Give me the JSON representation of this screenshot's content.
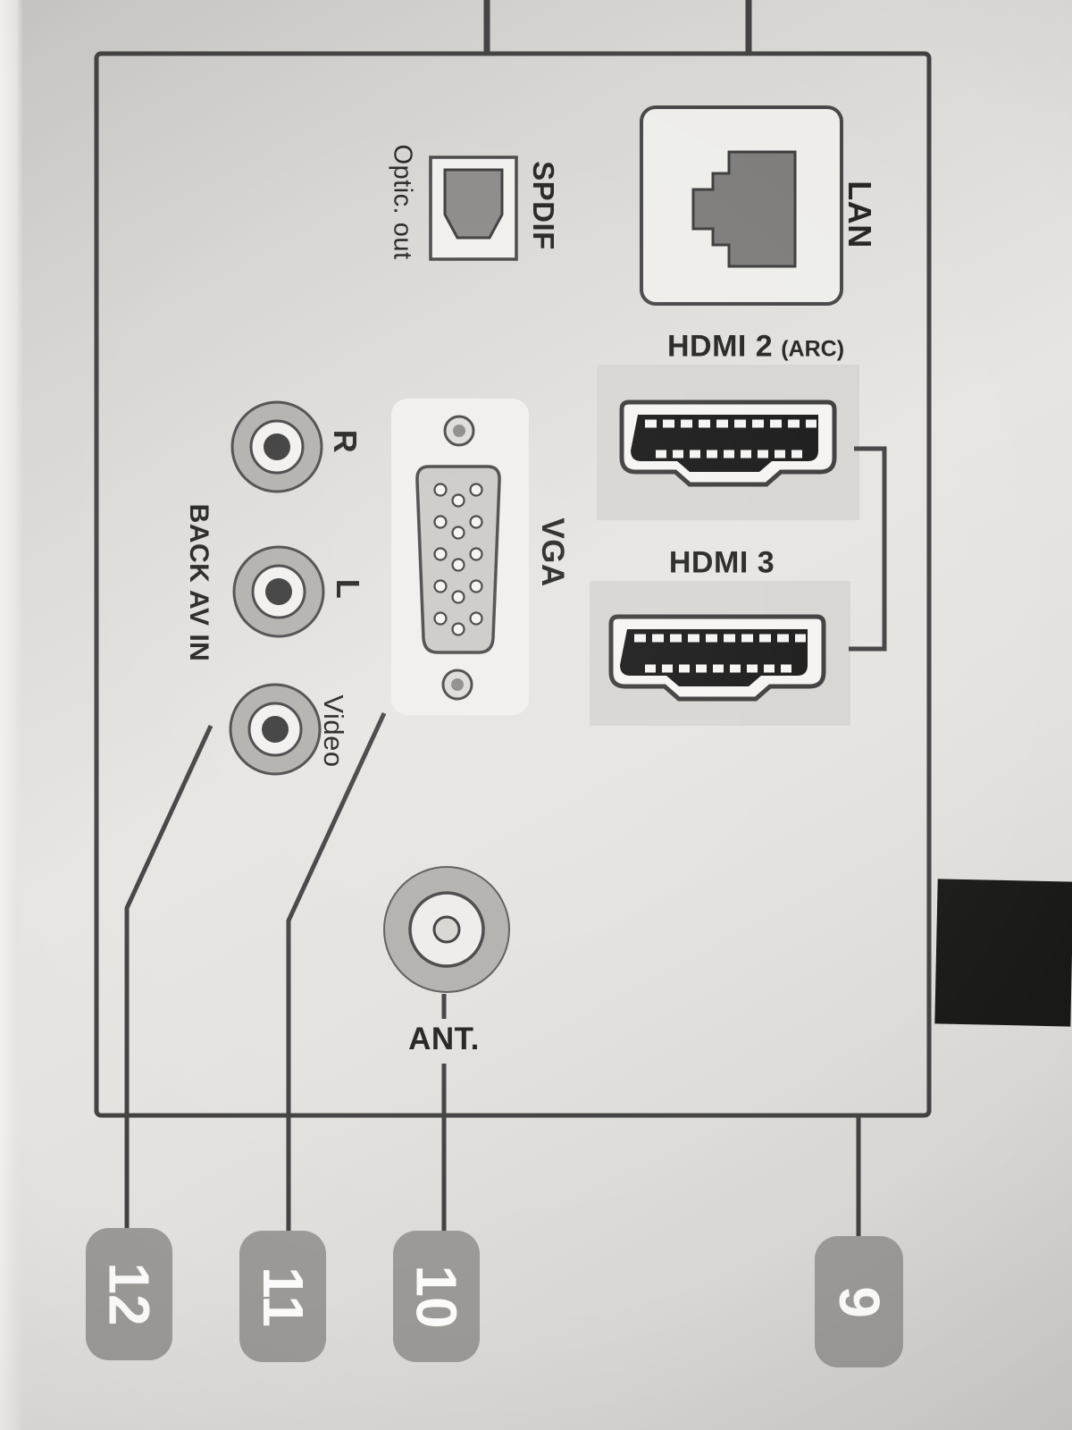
{
  "colors": {
    "paper": "#e3e1de",
    "ink": "#22221f",
    "line": "#414141",
    "badge": "#9b9996",
    "badge-text": "#fbfbfa",
    "panel": "#d7d5d2"
  },
  "ports": {
    "lan": {
      "label": "LAN"
    },
    "spdif": {
      "label": "SPDIF",
      "note": "Optic. out"
    },
    "hdmi2": {
      "label": "HDMI 2",
      "suffix": "(ARC)"
    },
    "hdmi3": {
      "label": "HDMI 3"
    },
    "vga": {
      "label": "VGA"
    },
    "av": {
      "group_label": "BACK AV IN",
      "right": "R",
      "left": "L",
      "video": "Video"
    },
    "antenna": {
      "label": "ANT."
    }
  },
  "callouts": {
    "hdmi": "9",
    "antenna": "10",
    "vga": "11",
    "av": "12"
  }
}
